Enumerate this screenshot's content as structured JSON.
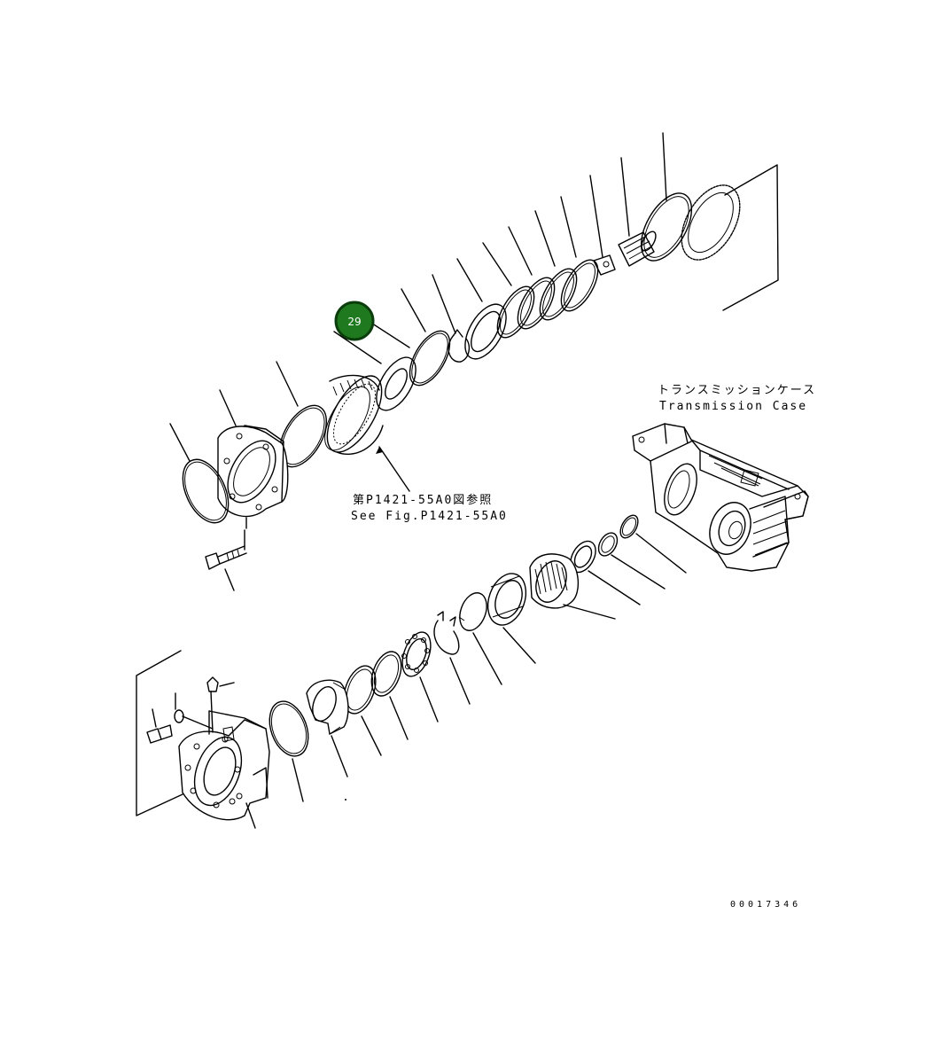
{
  "callout": {
    "number": "29",
    "color": "#1f7a1f"
  },
  "labels": {
    "transmission_case_jp": "トランスミッションケース",
    "transmission_case_en": "Transmission Case",
    "see_fig_jp": "第P1421-55A0図参照",
    "see_fig_en": "See Fig.P1421-55A0"
  },
  "drawing_number": "00017346"
}
